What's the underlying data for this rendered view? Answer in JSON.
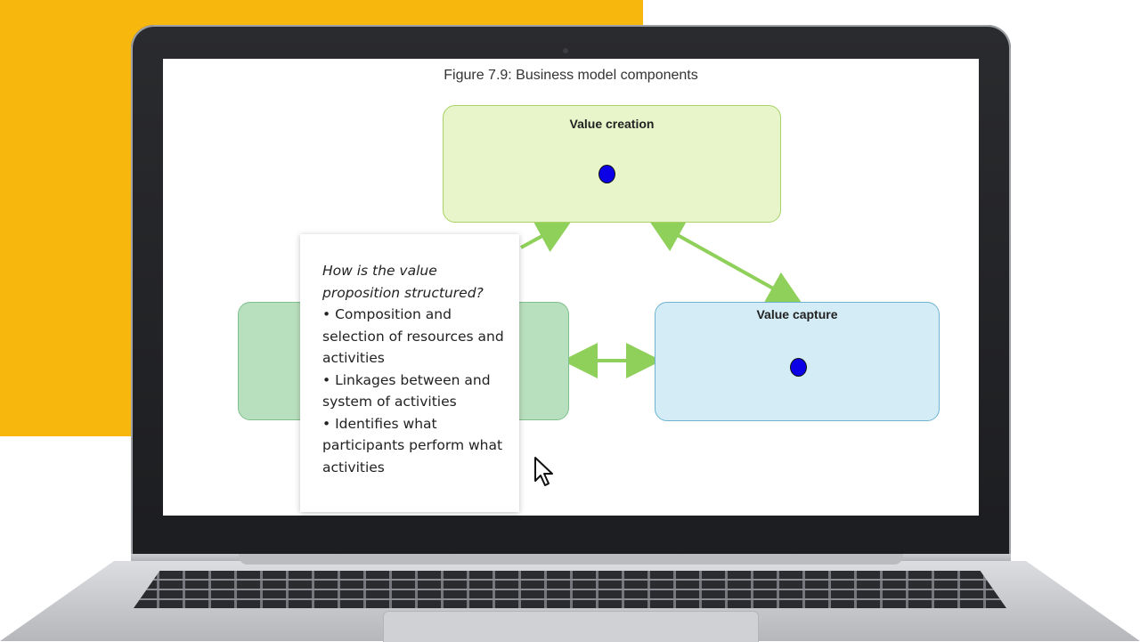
{
  "figure": {
    "title": "Figure 7.9: Business model components"
  },
  "diagram": {
    "value_creation": {
      "label": "Value creation"
    },
    "value_capture": {
      "label": "Value capture"
    },
    "value_proposition": {
      "label": ""
    }
  },
  "popup": {
    "question": "How is the value proposition structured?",
    "items": [
      "• Composition and selection of resources and activities",
      "• Linkages between and system of activities",
      "• Identifies what participants perform what activities"
    ]
  },
  "colors": {
    "accent_block": "#f7b70c",
    "arrow": "#8fd05a",
    "dot": "#0b00e6",
    "creation_fill": "#e8f4c9",
    "capture_fill": "#d3ecf6",
    "proposition_fill": "#b8e0be"
  },
  "icons": [
    "mouse-pointer-icon",
    "webcam-icon"
  ]
}
